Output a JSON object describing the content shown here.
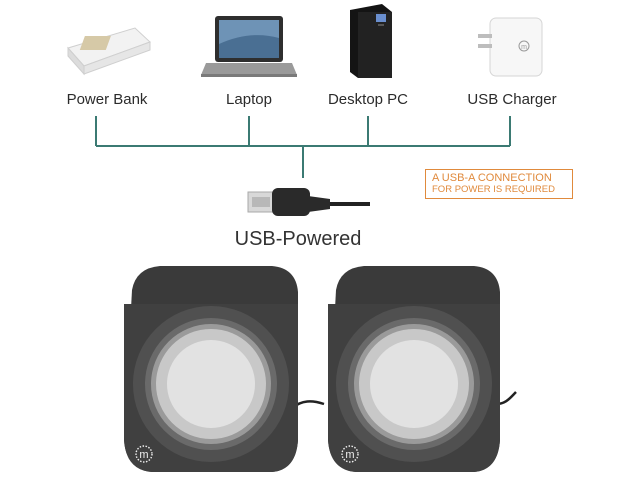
{
  "devices": [
    {
      "label": "Power Bank",
      "icon": "power-bank-icon"
    },
    {
      "label": "Laptop",
      "icon": "laptop-icon"
    },
    {
      "label": "Desktop PC",
      "icon": "desktop-pc-icon"
    },
    {
      "label": "USB Charger",
      "icon": "usb-charger-icon"
    }
  ],
  "usb_title": "USB-Powered",
  "notice": {
    "line1": "A USB-A CONNECTION",
    "line2": "FOR POWER IS REQUIRED"
  },
  "colors": {
    "connector_line": "#3b7a73",
    "notice": "#e08a3c",
    "speaker_body": "#3c3c3c"
  },
  "product": {
    "icon": "speaker-icon",
    "logo": "manhattan-m-logo"
  }
}
